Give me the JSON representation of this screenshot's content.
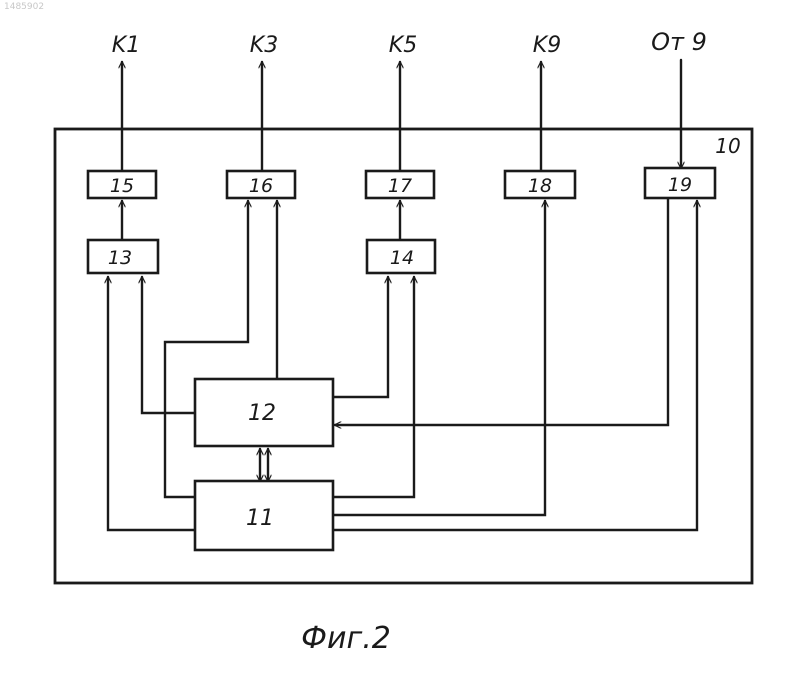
{
  "corner_text": "1485902",
  "outer_block": {
    "label": "10"
  },
  "blocks": [
    {
      "id": "b15",
      "label": "15"
    },
    {
      "id": "b16",
      "label": "16"
    },
    {
      "id": "b17",
      "label": "17"
    },
    {
      "id": "b18",
      "label": "18"
    },
    {
      "id": "b19",
      "label": "19"
    },
    {
      "id": "b13",
      "label": "13"
    },
    {
      "id": "b14",
      "label": "14"
    },
    {
      "id": "b12",
      "label": "12"
    },
    {
      "id": "b11",
      "label": "11"
    }
  ],
  "terminals": {
    "k1": "K1",
    "k3": "K3",
    "k5": "K5",
    "k9": "K9",
    "from9": "От 9"
  },
  "caption": "Фиг.2"
}
